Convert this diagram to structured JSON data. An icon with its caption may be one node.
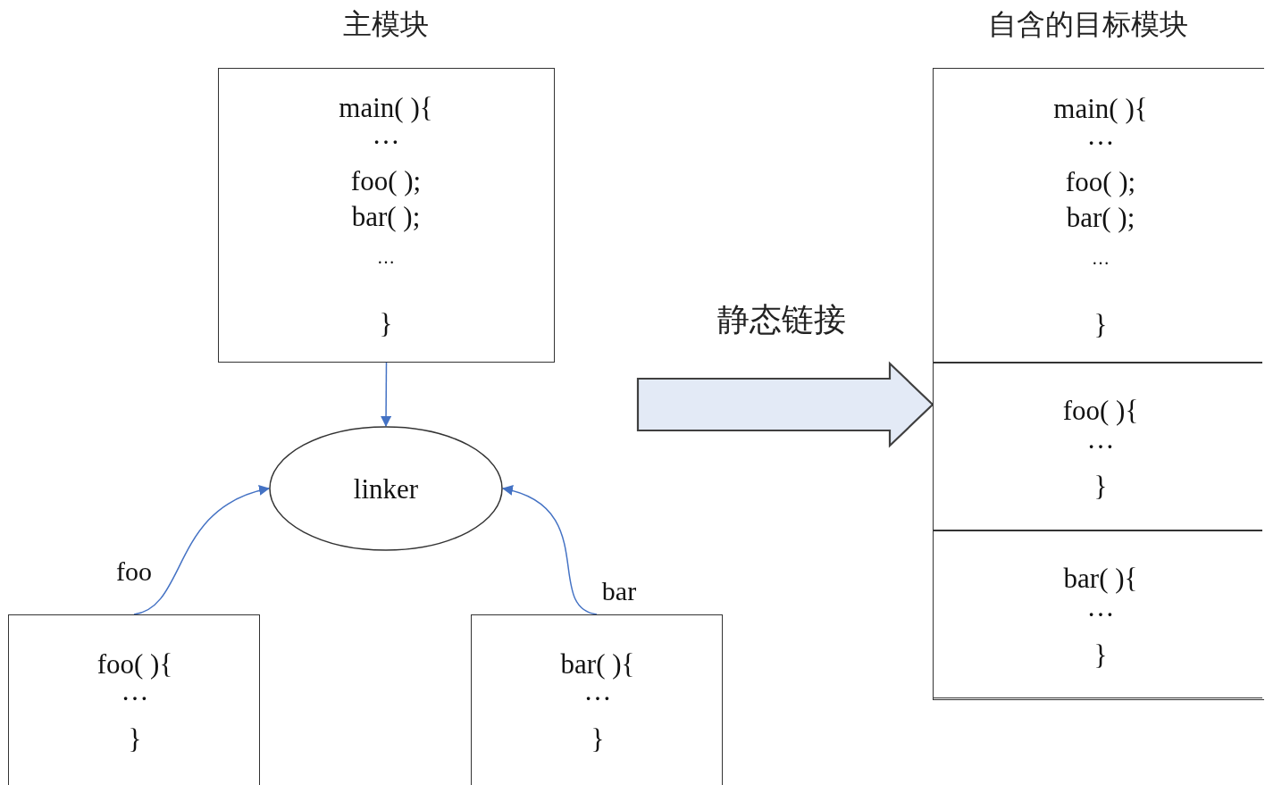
{
  "diagram": {
    "nodes": [
      {
        "text": [
          "主模块",
          "main( ){",
          "…",
          "foo( );",
          "bar( );",
          "…",
          "}"
        ]
      },
      {
        "text": [
          "linker"
        ]
      },
      {
        "text": [
          "foo( ){",
          "…",
          "}"
        ]
      },
      {
        "text": [
          "bar( ){",
          "…",
          "}"
        ]
      },
      {
        "text": [
          "自含的目标模块"
        ]
      },
      {
        "text": [
          "main( ){",
          "…",
          "foo( );",
          "bar( );",
          "…",
          "}"
        ],
        "in": 4
      },
      {
        "text": [
          "foo( ){",
          "…",
          "}"
        ],
        "in": 4
      },
      {
        "text": [
          "bar( ){",
          "…",
          "}"
        ],
        "in": 4
      }
    ],
    "edges": [
      {
        "from": 0,
        "to": 1,
        "arrow": "to"
      },
      {
        "from": 2,
        "to": 1,
        "arrow": "to",
        "label": "foo"
      },
      {
        "from": 3,
        "to": 1,
        "arrow": "to",
        "label": "bar"
      },
      {
        "from": null,
        "to": 4,
        "arrow": "to",
        "label": "静态链接",
        "style": "thick",
        "color": "#404040"
      }
    ]
  }
}
